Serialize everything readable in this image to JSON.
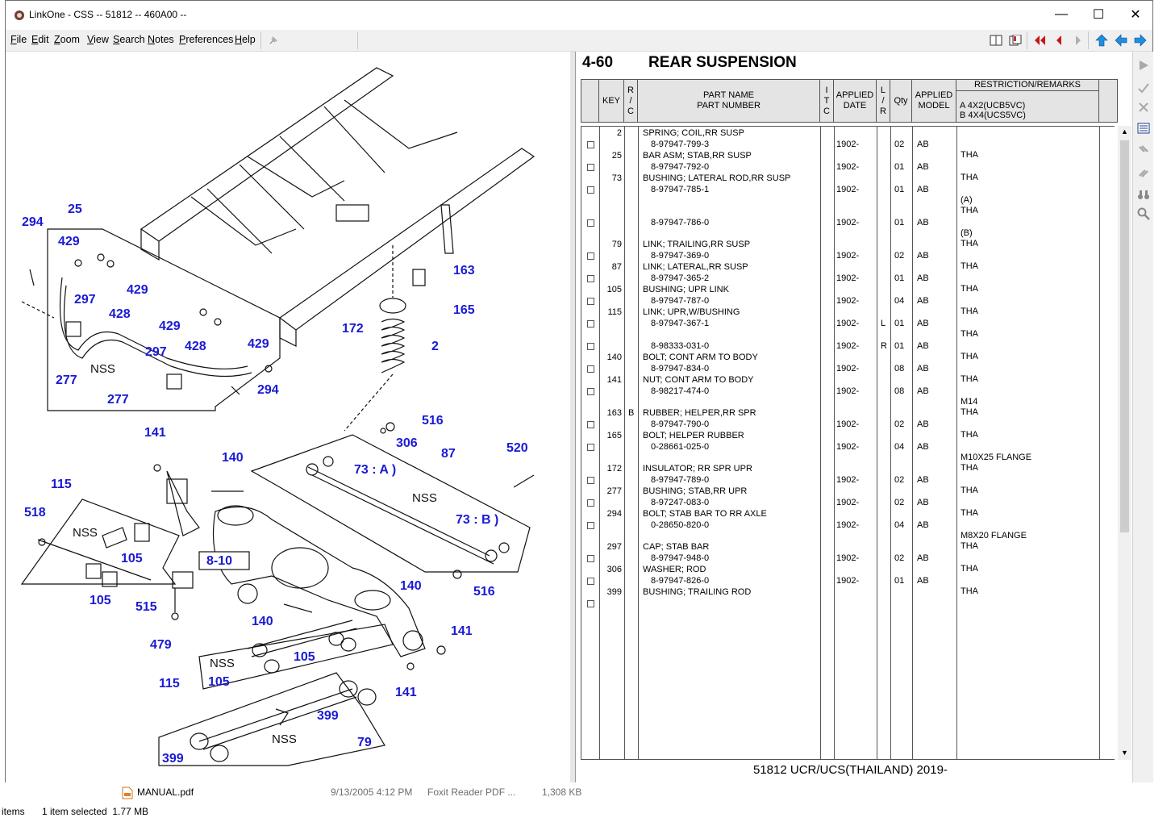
{
  "window": {
    "title": "LinkOne - CSS -- 51812 -- 460A00 --"
  },
  "menu": [
    "File",
    "Edit",
    "Zoom",
    "View",
    "Search",
    "Notes",
    "Preferences",
    "Help"
  ],
  "page": {
    "section": "4-60",
    "title": "REAR SUSPENSION",
    "footer": "51812 UCR/UCS(THAILAND) 2019-"
  },
  "table": {
    "headers": {
      "key": "KEY",
      "rc": "R\n/\nC",
      "part_name": "PART NAME",
      "part_number": "PART NUMBER",
      "itc": "I\nT\nC",
      "applied_date": "APPLIED\nDATE",
      "lr": "L\n/\nR",
      "qty": "Qty",
      "applied_model": "APPLIED\nMODEL",
      "restriction": "RESTRICTION/REMARKS",
      "restriction_a": "A 4X2(UCB5VC)",
      "restriction_b": "B 4X4(UCS5VC)"
    },
    "rows": [
      {
        "key": "2",
        "rc": "",
        "name": "SPRING; COIL,RR SUSP",
        "number": "8-97947-799-3",
        "date": "1902-",
        "lr": "",
        "qty": "02",
        "model": "AB",
        "remarks": [
          "THA"
        ]
      },
      {
        "key": "25",
        "rc": "",
        "name": "BAR ASM; STAB,RR SUSP",
        "number": "8-97947-792-0",
        "date": "1902-",
        "lr": "",
        "qty": "01",
        "model": "AB",
        "remarks": [
          "THA"
        ]
      },
      {
        "key": "73",
        "rc": "",
        "name": "BUSHING; LATERAL ROD,RR SUSP",
        "number": "8-97947-785-1",
        "date": "1902-",
        "lr": "",
        "qty": "01",
        "model": "AB",
        "remarks": [
          "(A)",
          "THA"
        ]
      },
      {
        "key": "",
        "rc": "",
        "name": "",
        "number": "8-97947-786-0",
        "date": "1902-",
        "lr": "",
        "qty": "01",
        "model": "AB",
        "remarks": [
          "(B)",
          "THA"
        ]
      },
      {
        "key": "79",
        "rc": "",
        "name": "LINK; TRAILING,RR SUSP",
        "number": "8-97947-369-0",
        "date": "1902-",
        "lr": "",
        "qty": "02",
        "model": "AB",
        "remarks": [
          "THA"
        ]
      },
      {
        "key": "87",
        "rc": "",
        "name": "LINK; LATERAL,RR SUSP",
        "number": "8-97947-365-2",
        "date": "1902-",
        "lr": "",
        "qty": "01",
        "model": "AB",
        "remarks": [
          "THA"
        ]
      },
      {
        "key": "105",
        "rc": "",
        "name": "BUSHING; UPR LINK",
        "number": "8-97947-787-0",
        "date": "1902-",
        "lr": "",
        "qty": "04",
        "model": "AB",
        "remarks": [
          "THA"
        ]
      },
      {
        "key": "115",
        "rc": "",
        "name": "LINK; UPR,W/BUSHING",
        "number": "8-97947-367-1",
        "date": "1902-",
        "lr": "L",
        "qty": "01",
        "model": "AB",
        "remarks": [
          "THA"
        ]
      },
      {
        "key": "",
        "rc": "",
        "name": "",
        "number": "8-98333-031-0",
        "date": "1902-",
        "lr": "R",
        "qty": "01",
        "model": "AB",
        "remarks": [
          "THA"
        ]
      },
      {
        "key": "140",
        "rc": "",
        "name": "BOLT; CONT ARM TO BODY",
        "number": "8-97947-834-0",
        "date": "1902-",
        "lr": "",
        "qty": "08",
        "model": "AB",
        "remarks": [
          "THA"
        ]
      },
      {
        "key": "141",
        "rc": "",
        "name": "NUT; CONT ARM TO BODY",
        "number": "8-98217-474-0",
        "date": "1902-",
        "lr": "",
        "qty": "08",
        "model": "AB",
        "remarks": [
          "M14",
          "THA"
        ]
      },
      {
        "key": "163",
        "rc": "B",
        "name": "RUBBER; HELPER,RR SPR",
        "number": "8-97947-790-0",
        "date": "1902-",
        "lr": "",
        "qty": "02",
        "model": "AB",
        "remarks": [
          "THA"
        ]
      },
      {
        "key": "165",
        "rc": "",
        "name": "BOLT; HELPER RUBBER",
        "number": "0-28661-025-0",
        "date": "1902-",
        "lr": "",
        "qty": "04",
        "model": "AB",
        "remarks": [
          "M10X25 FLANGE",
          "THA"
        ]
      },
      {
        "key": "172",
        "rc": "",
        "name": "INSULATOR; RR SPR UPR",
        "number": "8-97947-789-0",
        "date": "1902-",
        "lr": "",
        "qty": "02",
        "model": "AB",
        "remarks": [
          "THA"
        ]
      },
      {
        "key": "277",
        "rc": "",
        "name": "BUSHING; STAB,RR UPR",
        "number": "8-97247-083-0",
        "date": "1902-",
        "lr": "",
        "qty": "02",
        "model": "AB",
        "remarks": [
          "THA"
        ]
      },
      {
        "key": "294",
        "rc": "",
        "name": "BOLT; STAB BAR TO RR AXLE",
        "number": "0-28650-820-0",
        "date": "1902-",
        "lr": "",
        "qty": "04",
        "model": "AB",
        "remarks": [
          "M8X20 FLANGE",
          "THA"
        ]
      },
      {
        "key": "297",
        "rc": "",
        "name": "CAP; STAB BAR",
        "number": "8-97947-948-0",
        "date": "1902-",
        "lr": "",
        "qty": "02",
        "model": "AB",
        "remarks": [
          "THA"
        ]
      },
      {
        "key": "306",
        "rc": "",
        "name": "WASHER; ROD",
        "number": "8-97947-826-0",
        "date": "1902-",
        "lr": "",
        "qty": "01",
        "model": "AB",
        "remarks": [
          "THA"
        ]
      },
      {
        "key": "399",
        "rc": "",
        "name": "BUSHING; TRAILING ROD",
        "number": "",
        "date": "",
        "lr": "",
        "qty": "",
        "model": "",
        "remarks": []
      }
    ]
  },
  "diagram": {
    "callouts": [
      "294",
      "25",
      "429",
      "429",
      "428",
      "297",
      "429",
      "428",
      "429",
      "277",
      "297",
      "277",
      "294",
      "163",
      "165",
      "172",
      "2",
      "516",
      "306",
      "87",
      "520",
      "141",
      "140",
      "115",
      "518",
      "73 : A )",
      "73 : B )",
      "105",
      "105",
      "8-10",
      "515",
      "479",
      "140",
      "140",
      "105",
      "105",
      "115",
      "399",
      "399",
      "79",
      "141",
      "141",
      "516"
    ],
    "nss_labels": [
      "NSS",
      "NSS",
      "NSS",
      "NSS",
      "NSS"
    ]
  },
  "explorer": {
    "file_name": "MANUAL.pdf",
    "file_date": "9/13/2005 4:12 PM",
    "file_type": "Foxit Reader PDF ...",
    "file_size": "1,308 KB",
    "status_items": "items",
    "status_selected": "1 item selected  1.77 MB"
  }
}
